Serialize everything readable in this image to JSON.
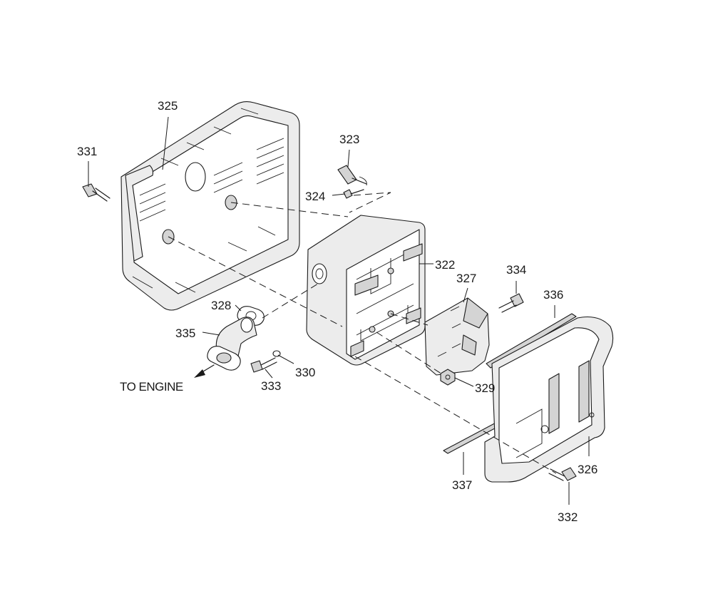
{
  "labels": {
    "p322": "322",
    "p323": "323",
    "p324": "324",
    "p325": "325",
    "p326": "326",
    "p327": "327",
    "p328": "328",
    "p329": "329",
    "p330": "330",
    "p331": "331",
    "p332": "332",
    "p333": "333",
    "p334": "334",
    "p335": "335",
    "p336": "336",
    "p337": "337"
  },
  "direction_label": "TO ENGINE"
}
